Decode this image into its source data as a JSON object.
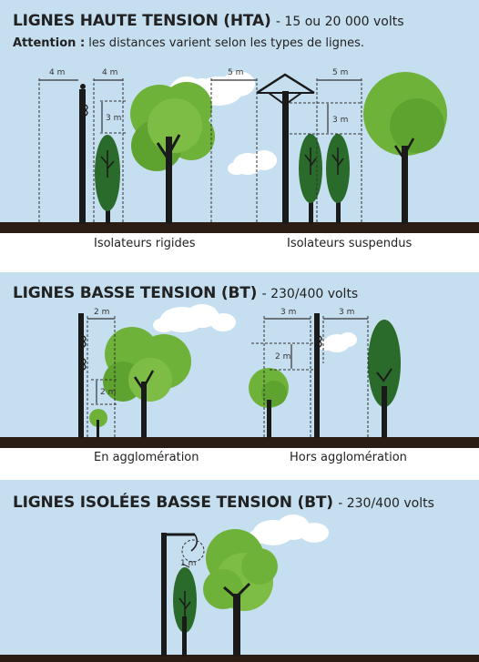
{
  "hta": {
    "title": "LIGNES HAUTE TENSION (HTA)",
    "subtitle": "- 15 ou 20 000 volts",
    "note_label": "Attention :",
    "note_text": "les distances varient selon les types de lignes.",
    "dims": {
      "a": "4 m",
      "b": "4 m",
      "c": "3 m",
      "d": "5 m",
      "e": "5 m",
      "f": "3 m"
    },
    "caption_left": "Isolateurs rigides",
    "caption_right": "Isolateurs suspendus"
  },
  "bt": {
    "title": "LIGNES BASSE TENSION (BT)",
    "subtitle": "- 230/400 volts",
    "dims": {
      "a": "2 m",
      "b": "2 m",
      "c": "3 m",
      "d": "3 m",
      "e": "2 m"
    },
    "caption_left": "En agglomération",
    "caption_right": "Hors agglomération"
  },
  "bti": {
    "title": "LIGNES ISOLÉES BASSE TENSION (BT)",
    "subtitle": "- 230/400 volts",
    "dims": {
      "a": "1 m"
    }
  },
  "colors": {
    "sky": "#c6dff0",
    "ground": "#2b1d14",
    "light_tree": "#6fb23a",
    "dark_tree": "#2a6a2a",
    "trunk": "#1a1a1a"
  }
}
